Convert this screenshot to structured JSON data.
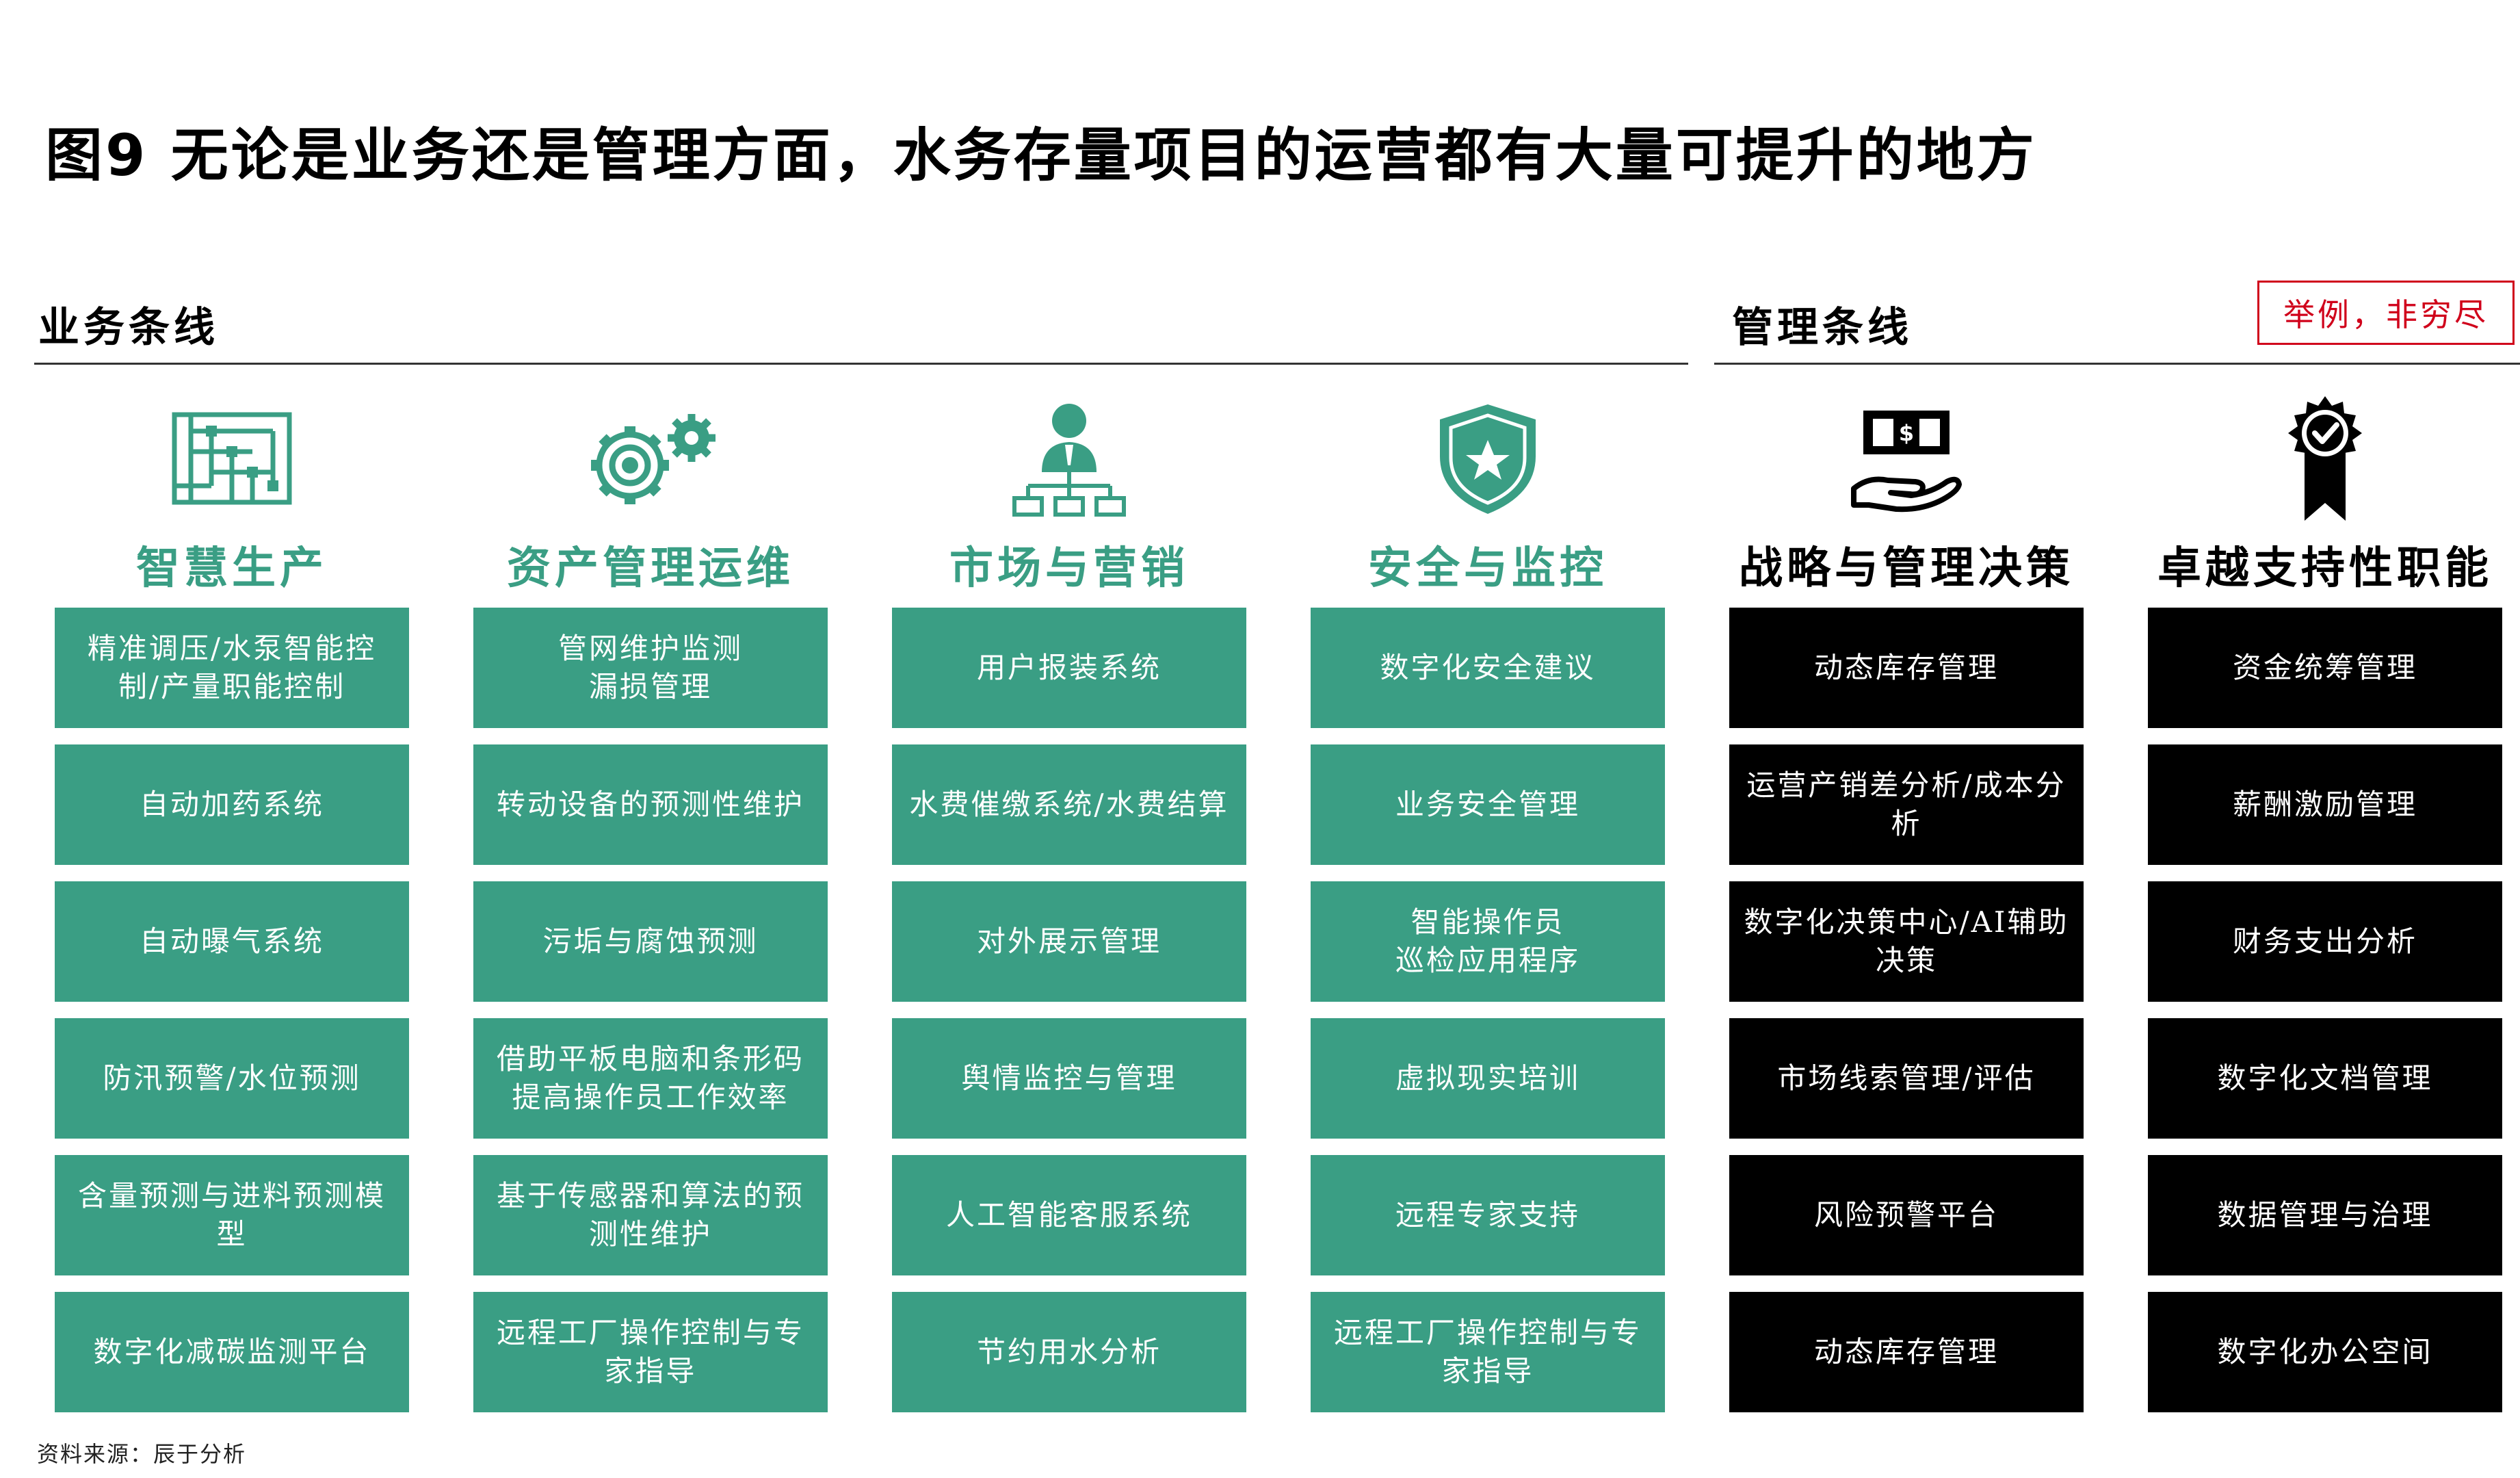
{
  "title": "图9 无论是业务还是管理方面，水务存量项目的运营都有大量可提升的地方",
  "business_label": "业务条线",
  "management_label": "管理条线",
  "note": "举例，非穷尽",
  "colors": {
    "green": "#3a9e84",
    "black": "#000000",
    "note_red": "#d0021b"
  },
  "columns": [
    {
      "heading": "智慧生产",
      "icon": "circuit-board-icon",
      "items": [
        "精准调压/水泵智能控制/产量职能控制",
        "自动加药系统",
        "自动曝气系统",
        "防汛预警/水位预测",
        "含量预测与进料预测模型",
        "数字化减碳监测平台"
      ]
    },
    {
      "heading": "资产管理运维",
      "icon": "gears-icon",
      "items": [
        "管网维护监测\n漏损管理",
        "转动设备的预测性维护",
        "污垢与腐蚀预测",
        "借助平板电脑和条形码提高操作员工作效率",
        "基于传感器和算法的预测性维护",
        "远程工厂操作控制与专家指导"
      ]
    },
    {
      "heading": "市场与营销",
      "icon": "org-chart-person-icon",
      "items": [
        "用户报装系统",
        "水费催缴系统/水费结算",
        "对外展示管理",
        "舆情监控与管理",
        "人工智能客服系统",
        "节约用水分析"
      ]
    },
    {
      "heading": "安全与监控",
      "icon": "shield-star-icon",
      "items": [
        "数字化安全建议",
        "业务安全管理",
        "智能操作员\n巡检应用程序",
        "虚拟现实培训",
        "远程专家支持",
        "远程工厂操作控制与专家指导"
      ]
    },
    {
      "heading": "战略与管理决策",
      "icon": "money-hand-icon",
      "items": [
        "动态库存管理",
        "运营产销差分析/成本分析",
        "数字化决策中心/AI辅助决策",
        "市场线索管理/评估",
        "风险预警平台",
        "动态库存管理"
      ]
    },
    {
      "heading": "卓越支持性职能",
      "icon": "award-badge-icon",
      "items": [
        "资金统筹管理",
        "薪酬激励管理",
        "财务支出分析",
        "数字化文档管理",
        "数据管理与治理",
        "数字化办公空间"
      ]
    }
  ],
  "source": "资料来源：辰于分析"
}
